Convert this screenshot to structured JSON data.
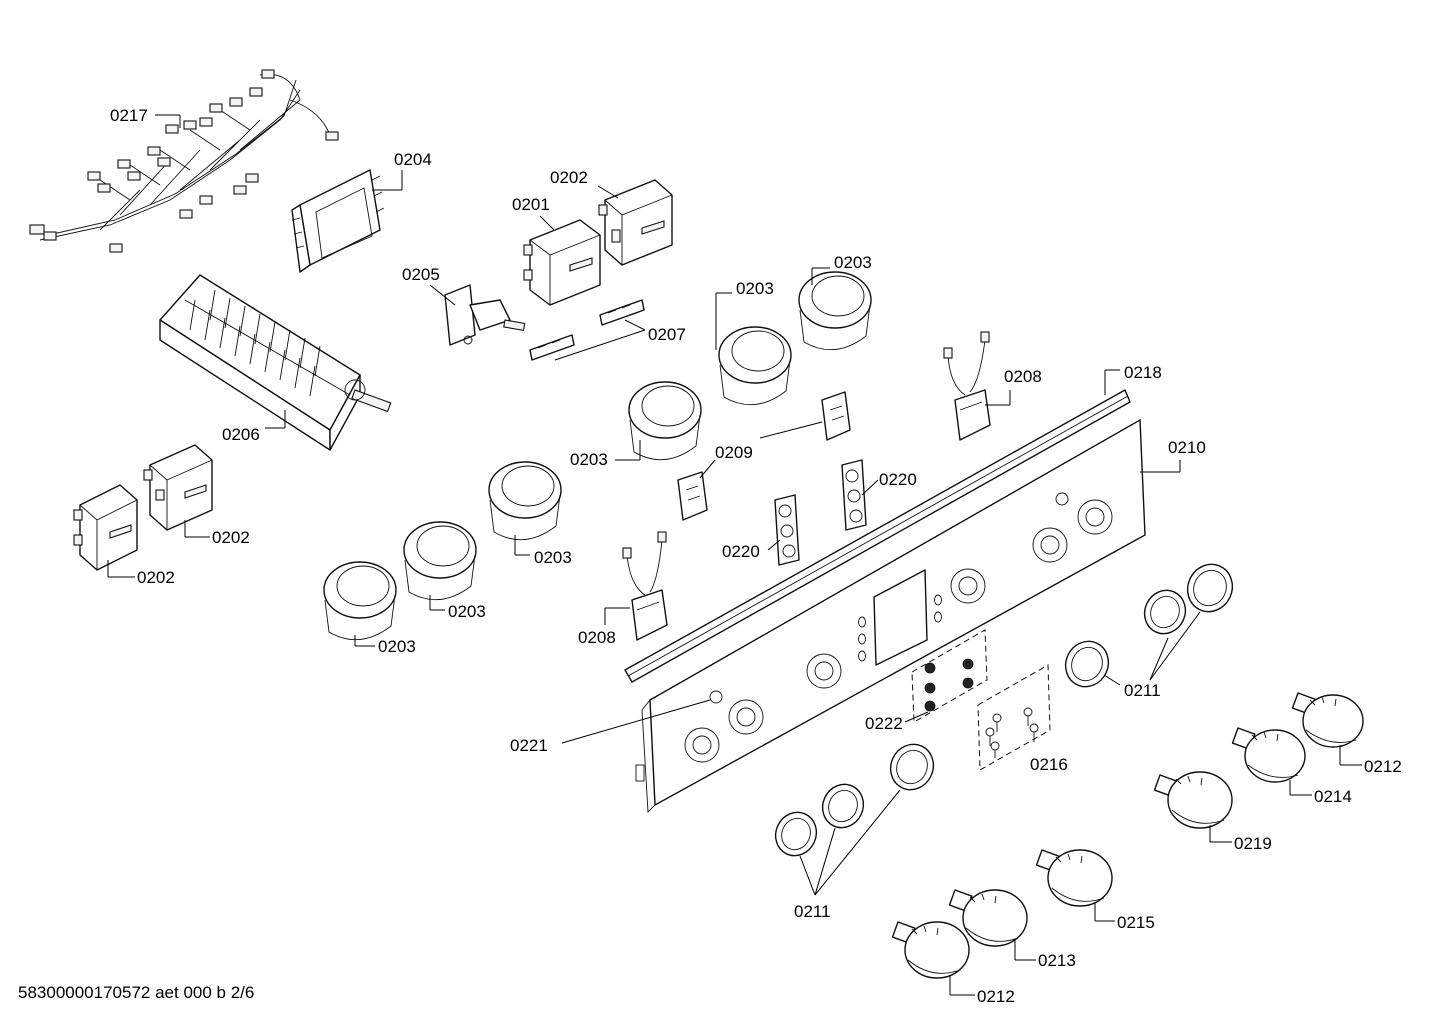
{
  "diagram": {
    "footer": "58300000170572 aet 000 b 2/6",
    "labels": {
      "l0217": "0217",
      "l0204": "0204",
      "l0202a": "0202",
      "l0201": "0201",
      "l0203a": "0203",
      "l0203b": "0203",
      "l0205": "0205",
      "l0207": "0207",
      "l0206": "0206",
      "l0208a": "0208",
      "l0218": "0218",
      "l0203c": "0203",
      "l0209": "0209",
      "l0210": "0210",
      "l0220a": "0220",
      "l0202b": "0202",
      "l0202c": "0202",
      "l0203d": "0203",
      "l0220b": "0220",
      "l0203e": "0203",
      "l0203f": "0203",
      "l0208b": "0208",
      "l0211a": "0211",
      "l0222": "0222",
      "l0221": "0221",
      "l0216": "0216",
      "l0212a": "0212",
      "l0214": "0214",
      "l0219": "0219",
      "l0211b": "0211",
      "l0215": "0215",
      "l0213": "0213",
      "l0212b": "0212"
    }
  }
}
